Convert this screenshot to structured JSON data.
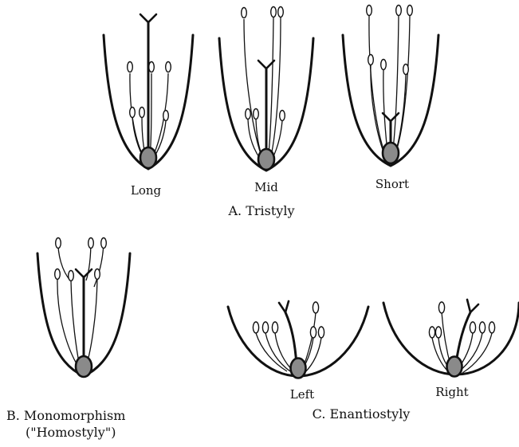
{
  "panels": {
    "tristyly": {
      "title": "A. Tristyly",
      "morphs": [
        "Long",
        "Mid",
        "Short"
      ]
    },
    "monomorphism": {
      "title_line1": "B. Monomorphism",
      "title_line2": "(\"Homostyly\")"
    },
    "enantiostyly": {
      "title": "C. Enantiostyly",
      "morphs": [
        "Left",
        "Right"
      ]
    }
  }
}
